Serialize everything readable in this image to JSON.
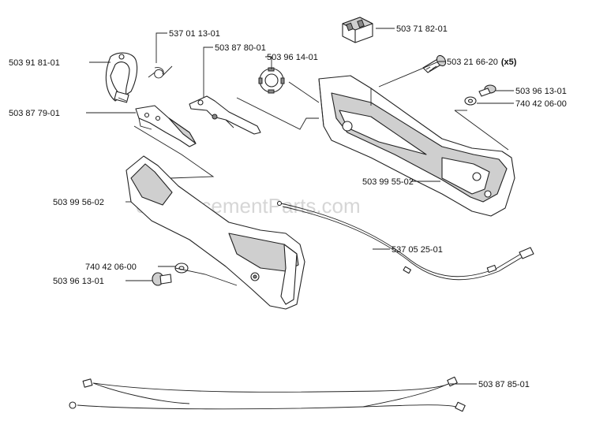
{
  "watermark": "eReplacementParts.com",
  "labels": {
    "l_503718201": "503 71 82-01",
    "l_537011301": "537 01 13-01",
    "l_503878001": "503 87 80-01",
    "l_503961401": "503 96 14-01",
    "l_503918101": "503 91 81-01",
    "l_503216620": "503 21 66-20",
    "l_503216620_qty": "(x5)",
    "l_503961301_top": "503 96 13-01",
    "l_740420600_top": "740 42 06-00",
    "l_503877901": "503 87 79-01",
    "l_503995502": "503 99 55-02",
    "l_503995602": "503 99 56-02",
    "l_537052501": "537 05 25-01",
    "l_740420600_bot": "740 42 06-00",
    "l_503961301_bot": "503 96 13-01",
    "l_503878501": "503 87 85-01"
  }
}
